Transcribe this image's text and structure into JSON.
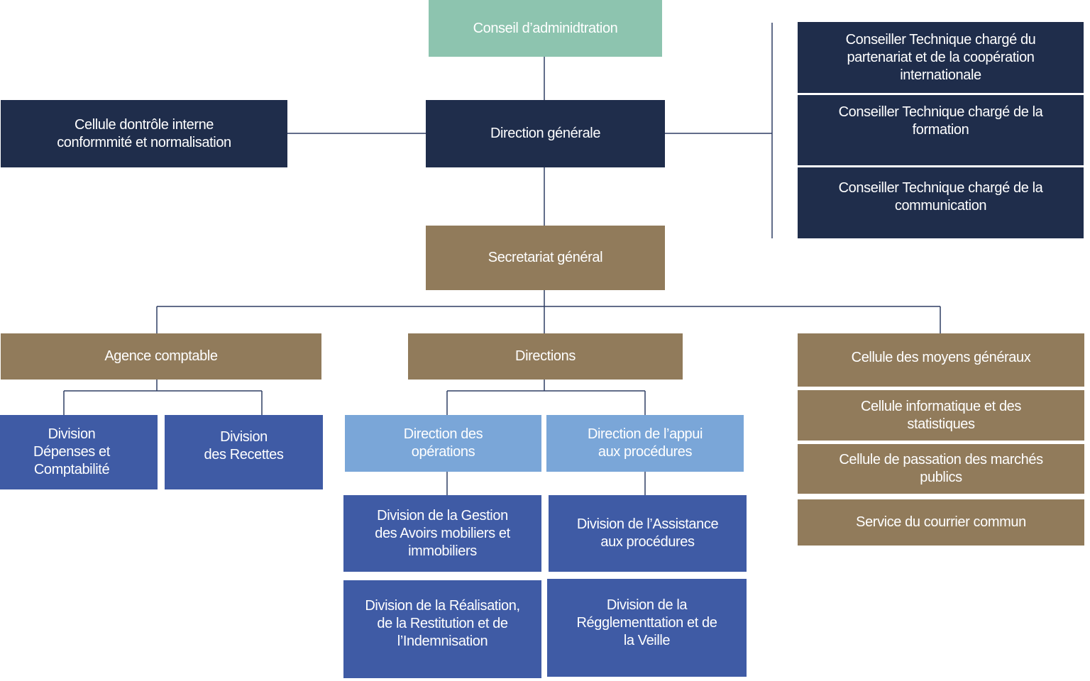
{
  "org": {
    "board": "Conseil d’adminidtration",
    "direction_generale": "Direction générale",
    "cellule_controle": "Cellule dontrôle interne\nconformmité et normalisation",
    "advisors": [
      "Conseiller Technique chargé du\npartenariat et de la coopération\ninternationale",
      "Conseiller Technique chargé de la\nformation",
      "Conseiller Technique chargé de la\ncommunication"
    ],
    "secretariat": "Secretariat général",
    "agence_comptable": "Agence comptable",
    "directions": "Directions",
    "cellule_moyens": "Cellule des moyens généraux",
    "agence_divisions": [
      "Division\nDépenses et\nComptabilité",
      "Division\ndes Recettes"
    ],
    "direction_operations": "Direction des\nopérations",
    "direction_appui": "Direction de l’appui\naux procédures",
    "div_gestion": "Division de la Gestion\ndes Avoirs mobiliers et\nimmobiliers",
    "div_realisation": "Division de la Réalisation,\nde la Restitution et de\nl’Indemnisation",
    "div_assistance": "Division de l’Assistance\naux procédures\n ",
    "div_reglementation": "Division de la\nRégglementtation et de\nla Veille",
    "cellules_right": [
      "Cellule informatique et des\nstatistiques",
      "Cellule de passation des marchés\npublics",
      "Service du courrier commun"
    ]
  }
}
